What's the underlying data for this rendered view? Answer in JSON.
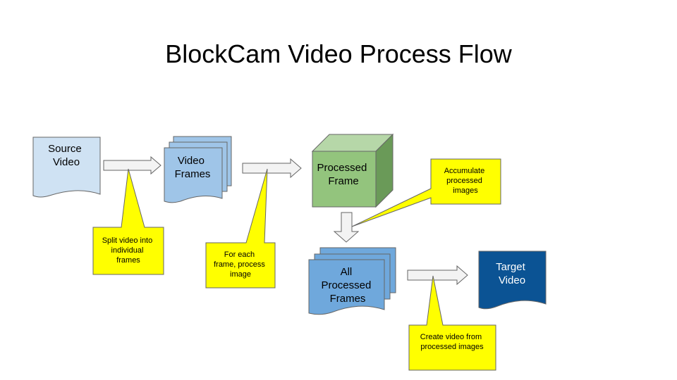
{
  "title": "BlockCam Video Process Flow",
  "colors": {
    "light_blue": "#cfe2f3",
    "mid_blue": "#9fc5e8",
    "blue": "#6fa8dc",
    "dark_blue": "#0b5394",
    "green_front": "#93c47d",
    "green_top": "#b6d7a8",
    "green_side": "#6a9a58",
    "note_yellow": "#ffff00",
    "arrow_fill": "#f3f3f3",
    "stroke": "#666666"
  },
  "nodes": {
    "source_video": [
      "Source",
      "Video"
    ],
    "video_frames": [
      "Video",
      "Frames"
    ],
    "processed_frame": [
      "Processed",
      "Frame"
    ],
    "all_processed_frames": [
      "All",
      "Processed",
      "Frames"
    ],
    "target_video": [
      "Target",
      "Video"
    ]
  },
  "notes": {
    "split": [
      "Split video into",
      "individual",
      "frames"
    ],
    "for_each": [
      "For each",
      "frame, process",
      "image"
    ],
    "accumulate": [
      "Accumulate",
      "processed",
      "images"
    ],
    "create": [
      "Create video from",
      "processed images"
    ]
  }
}
